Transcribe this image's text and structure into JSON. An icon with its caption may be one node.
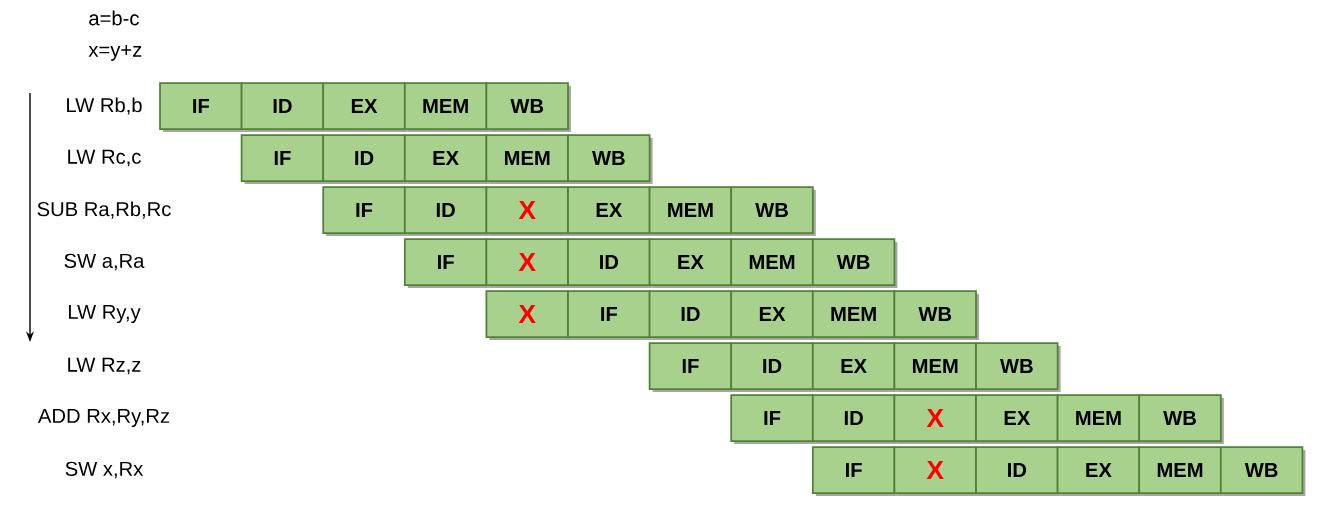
{
  "diagram": {
    "nodes": [
      {
        "text": [
          "IF"
        ]
      },
      {
        "text": [
          "ID"
        ]
      },
      {
        "text": [
          "EX"
        ]
      },
      {
        "text": [
          "MEM"
        ]
      },
      {
        "text": [
          "WB"
        ]
      },
      {
        "text": [
          "IF"
        ]
      },
      {
        "text": [
          "ID"
        ]
      },
      {
        "text": [
          "EX"
        ]
      },
      {
        "text": [
          "MEM"
        ]
      },
      {
        "text": [
          "WB"
        ]
      },
      {
        "text": [
          "IF"
        ]
      },
      {
        "text": [
          "ID"
        ]
      },
      {
        "text": [
          "X"
        ]
      },
      {
        "text": [
          "EX"
        ]
      },
      {
        "text": [
          "MEM"
        ]
      },
      {
        "text": [
          "WB"
        ]
      },
      {
        "text": [
          "IF"
        ]
      },
      {
        "text": [
          "X"
        ]
      },
      {
        "text": [
          "ID"
        ]
      },
      {
        "text": [
          "EX"
        ]
      },
      {
        "text": [
          "MEM"
        ]
      },
      {
        "text": [
          "WB"
        ]
      },
      {
        "text": [
          "X"
        ]
      },
      {
        "text": [
          "IF"
        ]
      },
      {
        "text": [
          "ID"
        ]
      },
      {
        "text": [
          "EX"
        ]
      },
      {
        "text": [
          "MEM"
        ]
      },
      {
        "text": [
          "WB"
        ]
      },
      {
        "text": [
          "IF"
        ]
      },
      {
        "text": [
          "ID"
        ]
      },
      {
        "text": [
          "EX"
        ]
      },
      {
        "text": [
          "MEM"
        ]
      },
      {
        "text": [
          "WB"
        ]
      },
      {
        "text": [
          "IF"
        ]
      },
      {
        "text": [
          "ID"
        ]
      },
      {
        "text": [
          "X"
        ]
      },
      {
        "text": [
          "EX"
        ]
      },
      {
        "text": [
          "MEM"
        ]
      },
      {
        "text": [
          "WB"
        ]
      },
      {
        "text": [
          "IF"
        ]
      },
      {
        "text": [
          "X"
        ]
      },
      {
        "text": [
          "ID"
        ]
      },
      {
        "text": [
          "EX"
        ]
      },
      {
        "text": [
          "MEM"
        ]
      },
      {
        "text": [
          "WB"
        ]
      }
    ],
    "labels": [
      "a=b-c",
      "x=y+z",
      "LW Rb,b",
      "LW Rc,c",
      "SUB Ra,Rb,Rc",
      "SW a,Ra",
      "LW Ry,y",
      "LW Rz,z",
      "ADD Rx,Ry,Rz",
      "SW x,Rx"
    ]
  }
}
